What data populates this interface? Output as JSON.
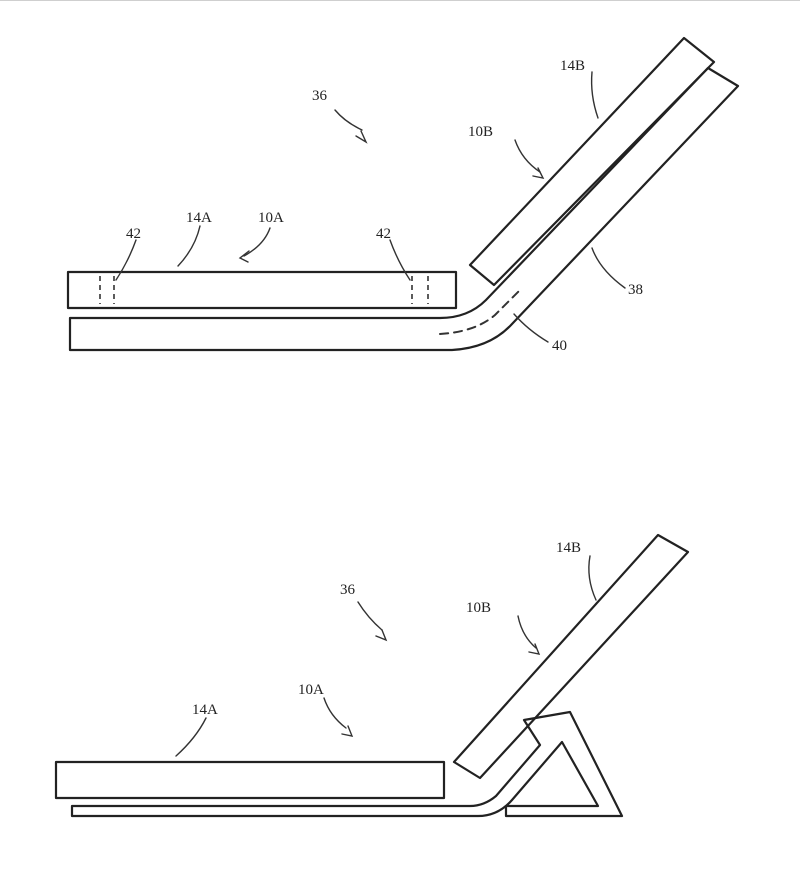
{
  "labels": {
    "top_36": "36",
    "top_14B": "14B",
    "top_10B": "10B",
    "top_14A": "14A",
    "top_10A": "10A",
    "top_42_left": "42",
    "top_42_right": "42",
    "top_38": "38",
    "top_40": "40",
    "bottom_36": "36",
    "bottom_14B": "14B",
    "bottom_10B": "10B",
    "bottom_14A": "14A",
    "bottom_10A": "10A"
  },
  "colors": {
    "line": "#222222",
    "background": "#ffffff"
  }
}
